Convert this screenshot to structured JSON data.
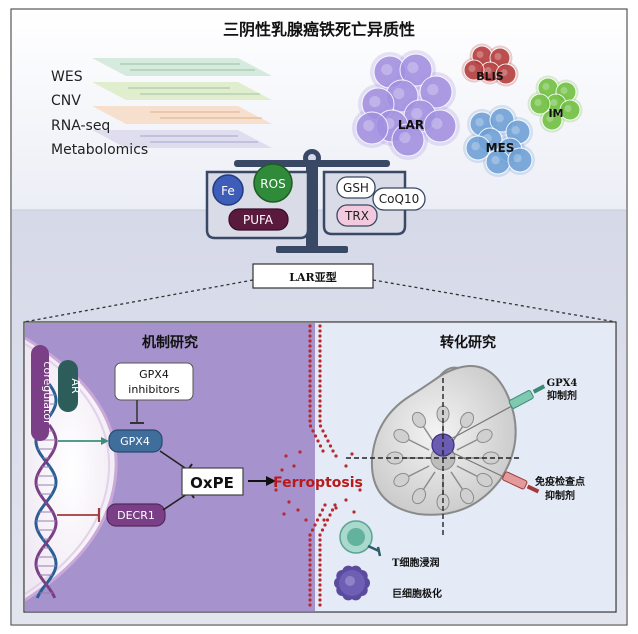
{
  "title": "三阴性乳腺癌铁死亡异质性",
  "omics": [
    "WES",
    "CNV",
    "RNA-seq",
    "Metabolomics"
  ],
  "subtypes": {
    "lar": "LAR",
    "blis": "BLIS",
    "im": "IM",
    "mes": "MES"
  },
  "balance": {
    "left": {
      "fe": "Fe",
      "ros": "ROS",
      "pufa": "PUFA"
    },
    "right": {
      "gsh": "GSH",
      "coq10": "CoQ10",
      "trx": "TRX"
    }
  },
  "lar_box": "LAR亚型",
  "mechanism": {
    "title": "机制研究",
    "coregulator": "coregulator",
    "ar": "AR",
    "gpx4_inhibitors": [
      "GPX4",
      "inhibitors"
    ],
    "gpx4": "GPX4",
    "decr1": "DECR1",
    "oxpe": "OxPE",
    "ferroptosis": "Ferroptosis"
  },
  "translation": {
    "title": "转化研究",
    "gpx4_inhibitor": [
      "GPX4",
      "抑制剂"
    ],
    "checkpoint_inhibitor": [
      "免疫检查点",
      "抑制剂"
    ],
    "t_cell": "T细胞浸润",
    "macrophage": "巨细胞极化"
  },
  "colors": {
    "top_bg": "#f7f7fc",
    "mid_bg": "#d9dbea",
    "left_panel": "#a692cc",
    "right_panel": "#e4eaf6",
    "lar": "#a28fe0",
    "blis": "#b33a3a",
    "im": "#6fbf3f",
    "mes": "#6ea0d6",
    "ros": "#2f8a3a",
    "pufa": "#5a1a3e",
    "fe": "#3e5db8",
    "ferroptosis": "#b81a1a",
    "membrane": "#b8282d"
  }
}
